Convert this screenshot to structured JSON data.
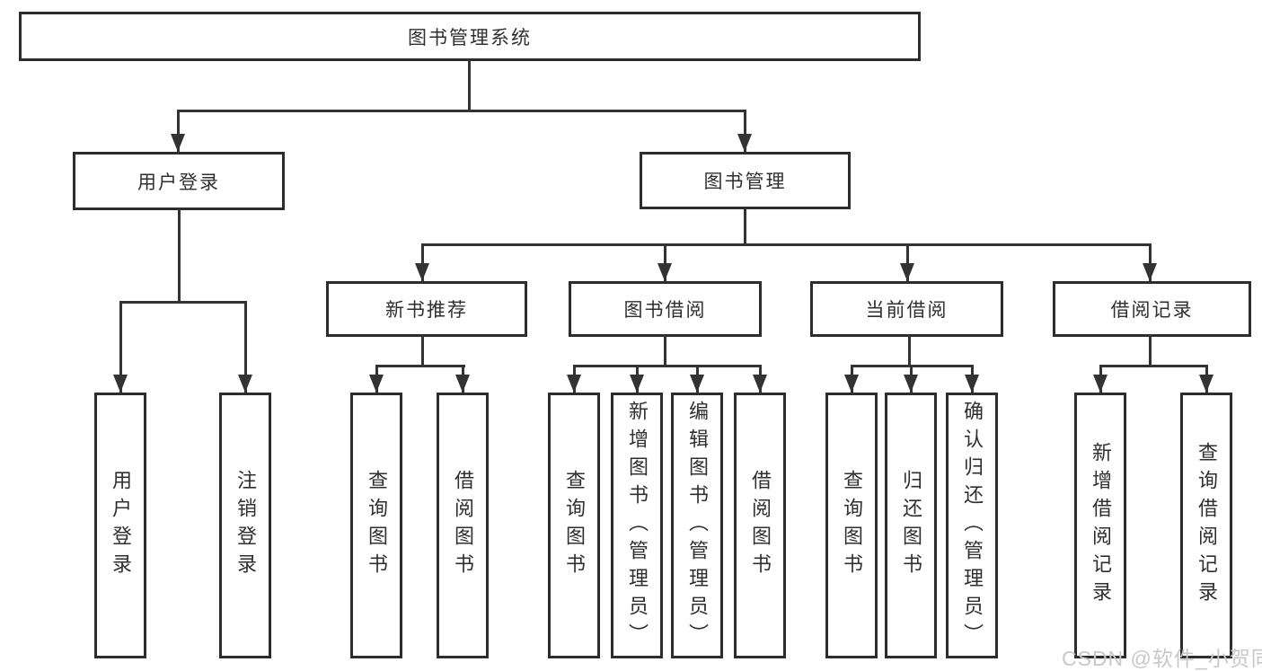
{
  "nodes": {
    "root": {
      "label": "图书管理系统"
    },
    "user_login": {
      "label": "用户登录"
    },
    "book_management": {
      "label": "图书管理"
    },
    "new_book_recommend": {
      "label": "新书推荐"
    },
    "book_borrowing": {
      "label": "图书借阅"
    },
    "current_borrowing": {
      "label": "当前借阅"
    },
    "borrowing_records": {
      "label": "借阅记录"
    },
    "leaf_user_login": {
      "label": "用户登录"
    },
    "leaf_logout": {
      "label": "注销登录"
    },
    "leaf_query_book_recommend": {
      "label": "查询图书"
    },
    "leaf_borrow_book_recommend": {
      "label": "借阅图书"
    },
    "leaf_query_book_borrowing": {
      "label": "查询图书"
    },
    "leaf_add_book_admin": {
      "label": "新增图书（管理员）"
    },
    "leaf_edit_book_admin": {
      "label": "编辑图书（管理员）"
    },
    "leaf_borrow_book_borrowing": {
      "label": "借阅图书"
    },
    "leaf_query_book_current": {
      "label": "查询图书"
    },
    "leaf_return_book": {
      "label": "归还图书"
    },
    "leaf_confirm_return_admin": {
      "label": "确认归还（管理员）"
    },
    "leaf_add_borrow_record": {
      "label": "新增借阅记录"
    },
    "leaf_query_borrow_record": {
      "label": "查询借阅记录"
    }
  },
  "watermark": {
    "text": "CSDN @软件_小贺同学"
  },
  "colors": {
    "line": "#333333",
    "box_border": "#2d2d2d",
    "text": "#2f2f2f",
    "watermark": "#c8c8c8",
    "background": "#ffffff"
  }
}
